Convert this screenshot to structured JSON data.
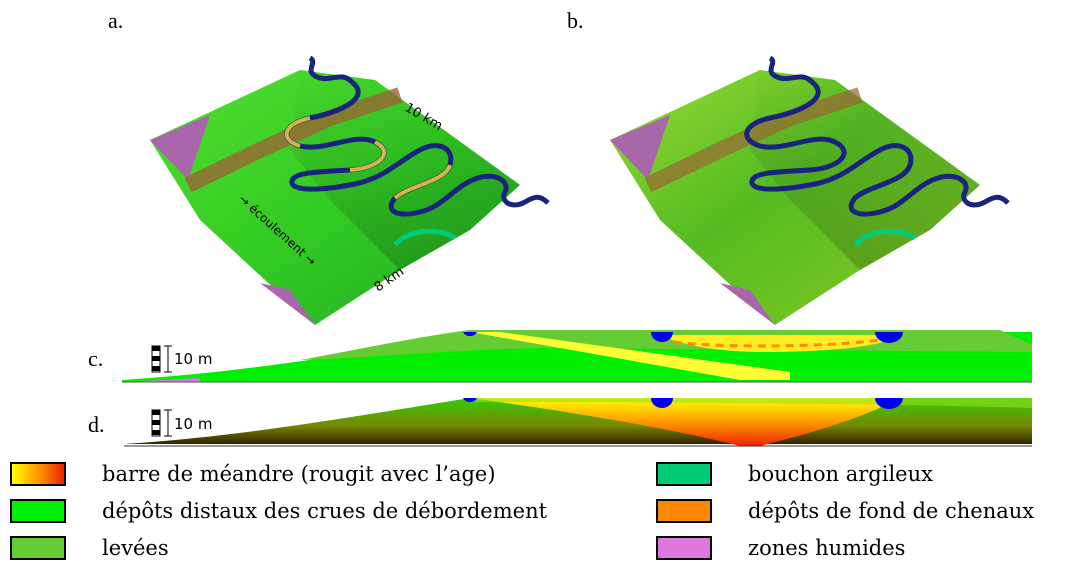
{
  "panels": {
    "a": "a.",
    "b": "b.",
    "c": "c.",
    "d": "d."
  },
  "map_annotations": {
    "length_label": "10 km",
    "width_label": "8 km",
    "flow_label": "→ écoulement →"
  },
  "section_scale": {
    "c_label": "10 m",
    "d_label": "10 m"
  },
  "legend": {
    "items": [
      {
        "label": "barre de méandre (rougit avec l’age)",
        "color": "gradient",
        "gradient_from": "#ffff00",
        "gradient_to": "#ee2200"
      },
      {
        "label": "dépôts distaux des crues de débordement",
        "color": "#00ee00"
      },
      {
        "label": "levées",
        "color": "#66cc33"
      },
      {
        "label": "bouchon argileux",
        "color": "#00cc77"
      },
      {
        "label": "dépôts de fond de chenaux",
        "color": "#ff8800"
      },
      {
        "label": "zones humides",
        "color": "#dd77dd"
      }
    ]
  },
  "colors": {
    "river": "#1a237e",
    "floodplain": "#33cc22",
    "wetland": "#aa66aa",
    "abandoned_channel": "#996633"
  }
}
